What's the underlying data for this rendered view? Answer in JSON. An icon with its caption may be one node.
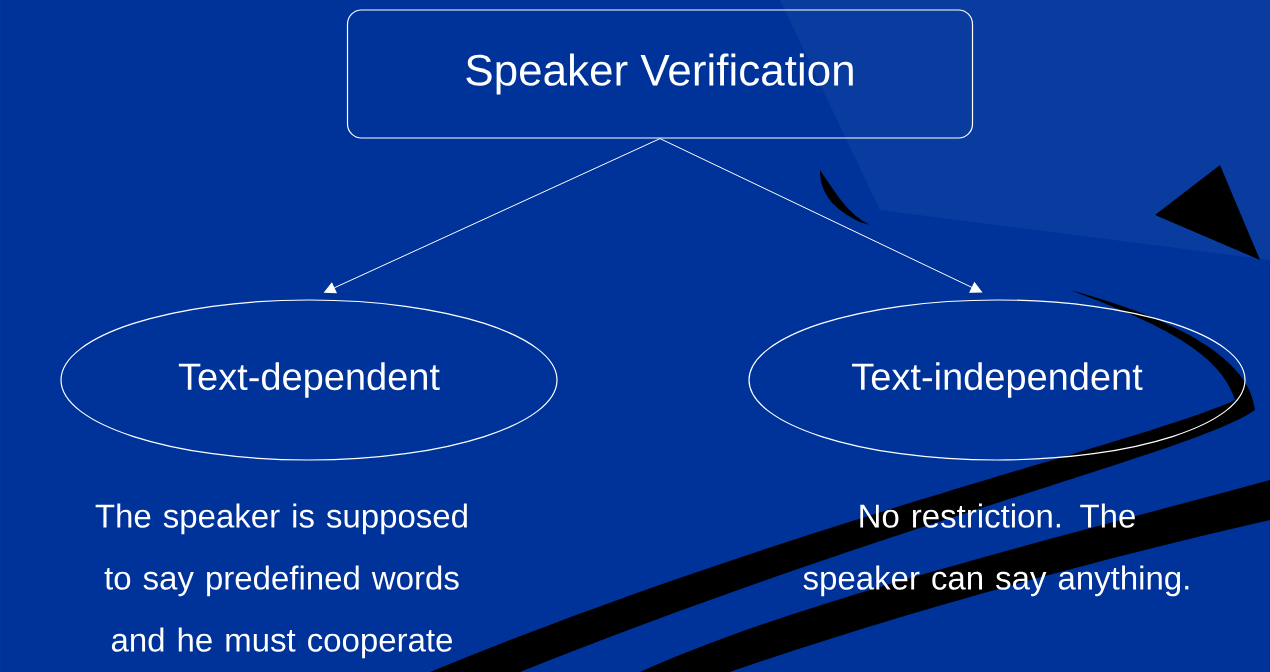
{
  "diagram": {
    "nodes": [
      {
        "text": [
          "Speaker Verification"
        ]
      },
      {
        "text": [
          "Text-dependent"
        ],
        "beside": [
          "The speaker is supposed to say predefined words and he must cooperate"
        ]
      },
      {
        "text": [
          "Text-independent"
        ],
        "beside": [
          "No restriction. The speaker can say anything."
        ]
      }
    ],
    "edges": [
      {
        "from": 0,
        "to": 1,
        "arrow": "to"
      },
      {
        "from": 0,
        "to": 2,
        "arrow": "to"
      }
    ]
  }
}
